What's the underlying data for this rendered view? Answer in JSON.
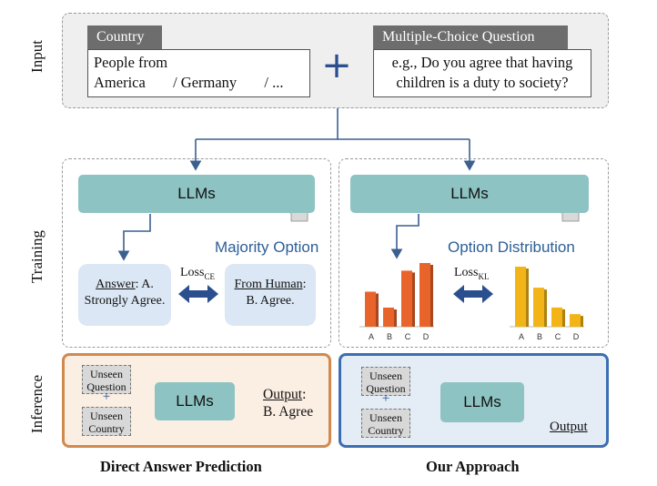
{
  "side_labels": {
    "input": "Input",
    "training": "Training",
    "inference": "Inference"
  },
  "input": {
    "country_tag": "Country",
    "country_line1": "People from",
    "country_line2_a": "America",
    "country_line2_b": "/ Germany",
    "country_line2_c": "/ ...",
    "plus": "+",
    "question_tag": "Multiple-Choice Question",
    "question_line1": "e.g., Do you agree that having",
    "question_line2": "children is a duty to society?"
  },
  "training_left": {
    "llm_label": "LLMs",
    "title": "Majority Option",
    "answer_prefix": "Answer",
    "answer_rest": ": A.",
    "answer_line2": "Strongly Agree.",
    "loss_main": "Loss",
    "loss_sub": "CE",
    "human_prefix": "From Human",
    "human_colon": ":",
    "human_line2": "B. Agree."
  },
  "training_right": {
    "llm_label": "LLMs",
    "title": "Option Distribution",
    "loss_main": "Loss",
    "loss_sub": "KL"
  },
  "chart_data": [
    {
      "type": "bar",
      "categories": [
        "A",
        "B",
        "C",
        "D"
      ],
      "values": [
        0.55,
        0.3,
        0.88,
        1.0
      ],
      "ylim": [
        0,
        1
      ],
      "color": "#e8642a"
    },
    {
      "type": "bar",
      "categories": [
        "A",
        "B",
        "C",
        "D"
      ],
      "values": [
        1.0,
        0.65,
        0.32,
        0.21
      ],
      "ylim": [
        0,
        1
      ],
      "color": "#f2b417"
    }
  ],
  "inference_left": {
    "q_line1": "Unseen",
    "q_line2": "Question",
    "plus": "+",
    "c_line1": "Unseen",
    "c_line2": "Country",
    "llm_label": "LLMs",
    "output_label": "Output",
    "output_colon": ":",
    "output_value": "B. Agree",
    "border_color": "#d08a4e",
    "fill_color": "#fbeee3"
  },
  "inference_right": {
    "q_line1": "Unseen",
    "q_line2": "Question",
    "plus": "+",
    "c_line1": "Unseen",
    "c_line2": "Country",
    "llm_label": "LLMs",
    "output_label": "Output",
    "border_color": "#3b6fb2",
    "fill_color": "#e4ecf6"
  },
  "captions": {
    "left": "Direct Answer Prediction",
    "right": "Our Approach"
  }
}
